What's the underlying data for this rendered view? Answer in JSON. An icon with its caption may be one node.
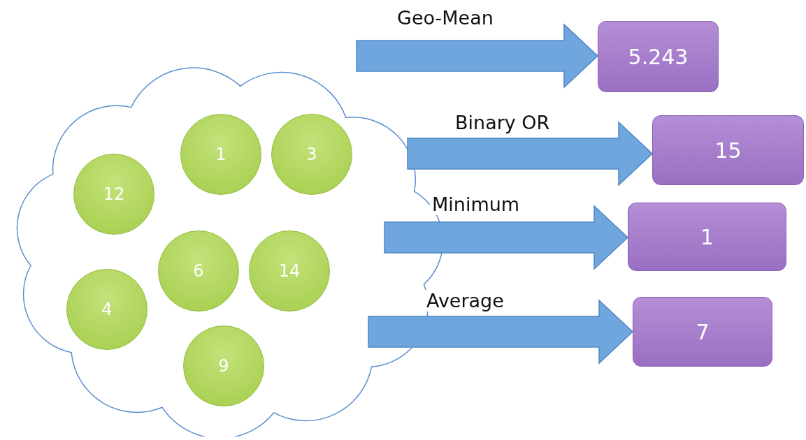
{
  "diagram": {
    "nodes": [
      {
        "text": [],
        "shape": "cloud"
      },
      {
        "text": [
          "1"
        ],
        "in": 0
      },
      {
        "text": [
          "3"
        ],
        "in": 0
      },
      {
        "text": [
          "12"
        ],
        "in": 0
      },
      {
        "text": [
          "6"
        ],
        "in": 0
      },
      {
        "text": [
          "14"
        ],
        "in": 0
      },
      {
        "text": [
          "4"
        ],
        "in": 0
      },
      {
        "text": [
          "9"
        ],
        "in": 0
      },
      {
        "text": [
          "5.243"
        ]
      },
      {
        "text": [
          "15"
        ]
      },
      {
        "text": [
          "1"
        ]
      },
      {
        "text": [
          "7"
        ]
      }
    ],
    "edges": [
      {
        "from": 0,
        "to": 8,
        "arrow": "to",
        "label": "Geo-Mean"
      },
      {
        "from": 0,
        "to": 9,
        "arrow": "to",
        "label": "Binary OR"
      },
      {
        "from": 0,
        "to": 10,
        "arrow": "to",
        "label": "Minimum"
      },
      {
        "from": 0,
        "to": 11,
        "arrow": "to",
        "label": "Average"
      }
    ]
  }
}
